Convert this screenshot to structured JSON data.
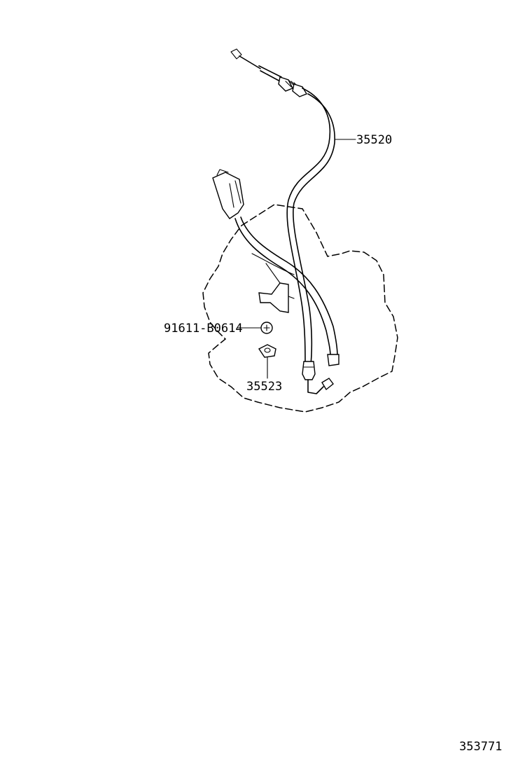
{
  "parts": {
    "cable": "35520",
    "nut": "91611-B0614",
    "bracket": "35523"
  },
  "reference_number": "353771"
}
